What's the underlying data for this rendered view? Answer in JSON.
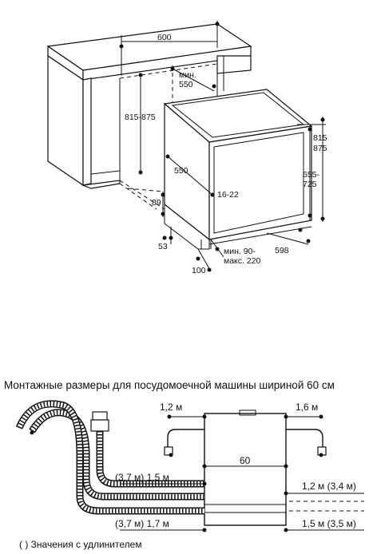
{
  "top_diagram": {
    "cabinet_width": "600",
    "niche_depth_1": "мин.",
    "niche_depth_2": "550",
    "niche_height": "815-875",
    "appliance_depth": "550",
    "door_gap": "16-22",
    "height_1": "815",
    "height_2": "875",
    "front_height_1": "655-",
    "front_height_2": "725",
    "plinth_height": "89",
    "foot_height": "53",
    "plinth_depth": "100",
    "plinth_range_1": "мин. 90-",
    "plinth_range_2": "макс. 220",
    "appliance_width": "598"
  },
  "caption": "Монтажные размеры для посудомоечной машины шириной 60 см",
  "bottom_diagram": {
    "left_top": "1,2 м",
    "right_top": "1,6 м",
    "center_width": "60",
    "left_hose_upper": "(3,7 м) 1,5 м",
    "left_hose_lower": "(3,7 м) 1,7 м",
    "right_upper": "1,2 м (3,4 м)",
    "right_lower": "1,5 м (3,5 м)"
  },
  "footnote": "( ) Значения с удлинителем"
}
